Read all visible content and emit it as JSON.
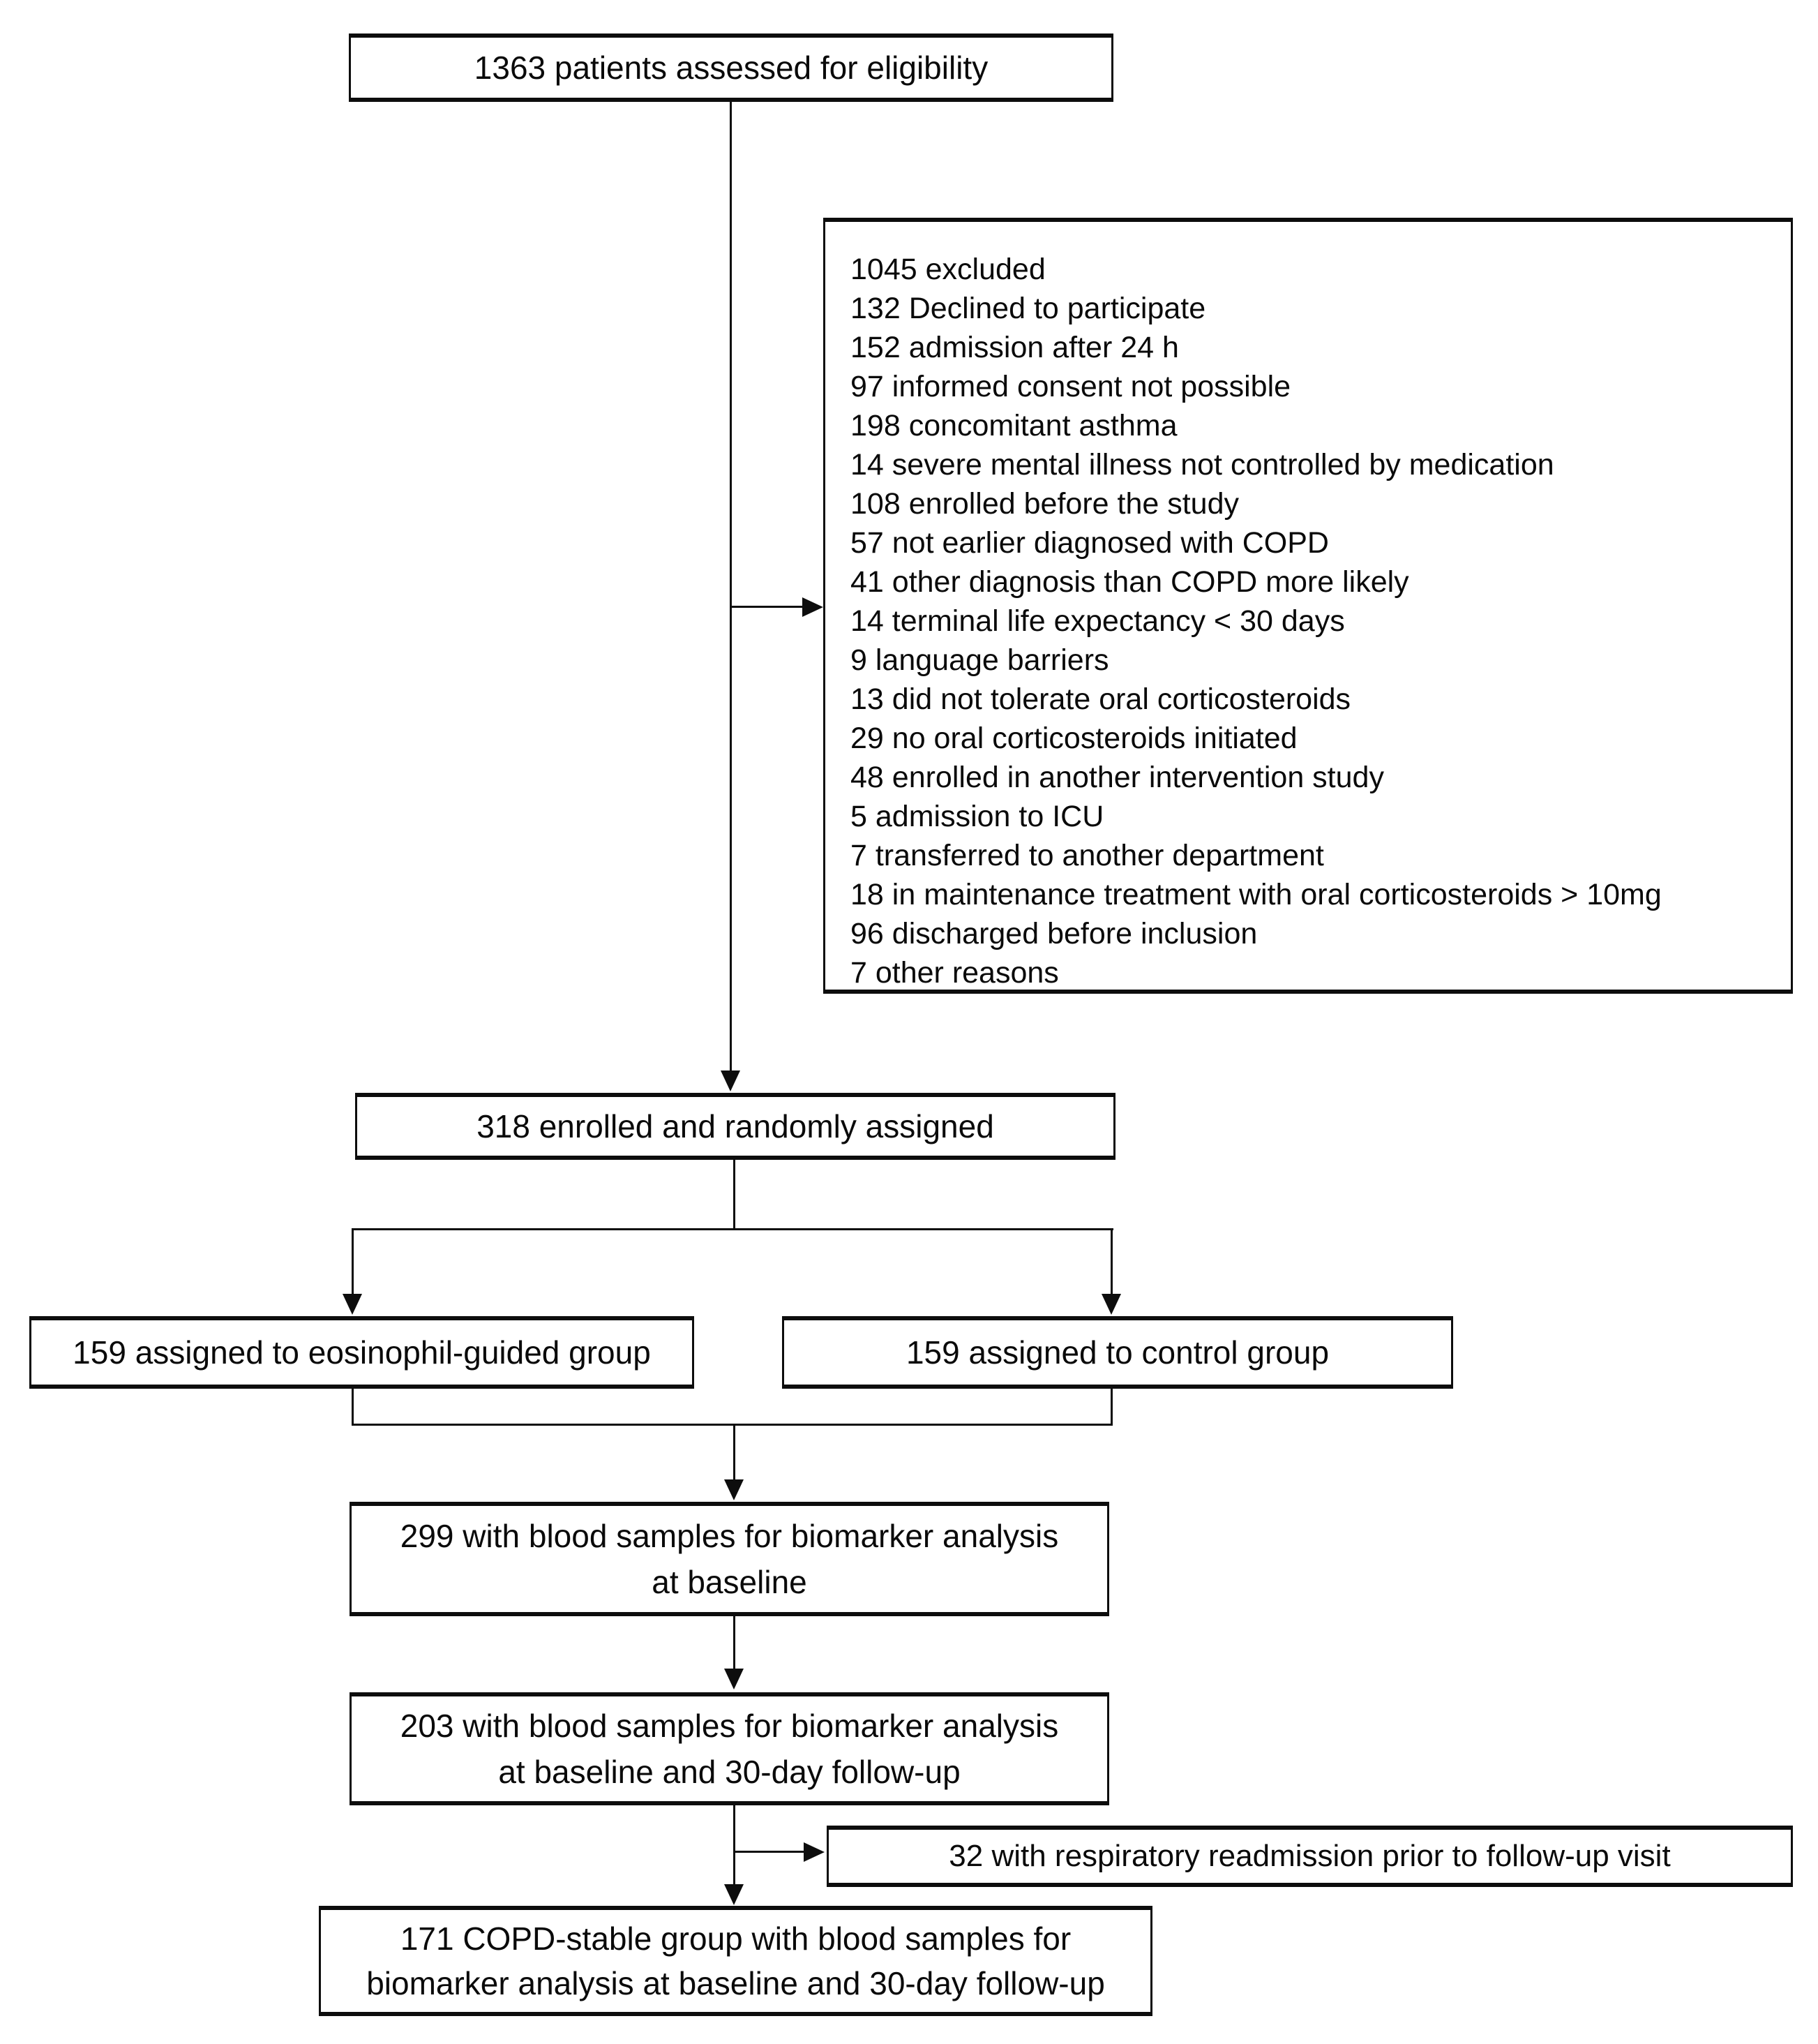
{
  "diagram": {
    "type": "consort-flow-diagram",
    "background_color": "#ffffff",
    "line_color": "#0d0d0d",
    "boxes": {
      "assessed": {
        "lines": [
          "1363 patients assessed for eligibility"
        ]
      },
      "excluded": {
        "items": [
          "1045 excluded",
          "132 Declined to participate",
          "152 admission after 24 h",
          "97 informed consent not possible",
          "198 concomitant asthma",
          "14 severe mental illness not controlled by medication",
          "108 enrolled before the study",
          "57 not earlier diagnosed with COPD",
          "41 other diagnosis than COPD more likely",
          "14 terminal life expectancy < 30 days",
          "9 language barriers",
          "13 did not tolerate oral corticosteroids",
          "29 no oral corticosteroids initiated",
          "48 enrolled in another intervention study",
          "5 admission to ICU",
          "7 transferred to another department",
          "18 in maintenance treatment with oral corticosteroids > 10mg",
          "96 discharged before inclusion",
          "7 other reasons"
        ]
      },
      "enrolled": {
        "lines": [
          "318 enrolled and randomly assigned"
        ]
      },
      "eosinophil_group": {
        "lines": [
          "159 assigned to eosinophil-guided group"
        ]
      },
      "control_group": {
        "lines": [
          "159 assigned to control group"
        ]
      },
      "baseline_samples": {
        "lines": [
          "299 with blood samples for biomarker analysis",
          "at baseline"
        ]
      },
      "followup_samples": {
        "lines": [
          "203 with blood samples for biomarker analysis",
          "at baseline and 30-day follow-up"
        ]
      },
      "readmission": {
        "lines": [
          "32 with respiratory readmission prior to follow-up visit"
        ]
      },
      "copd_stable": {
        "lines": [
          "171 COPD-stable group with blood samples for",
          "biomarker analysis at baseline and 30-day follow-up"
        ]
      }
    }
  }
}
